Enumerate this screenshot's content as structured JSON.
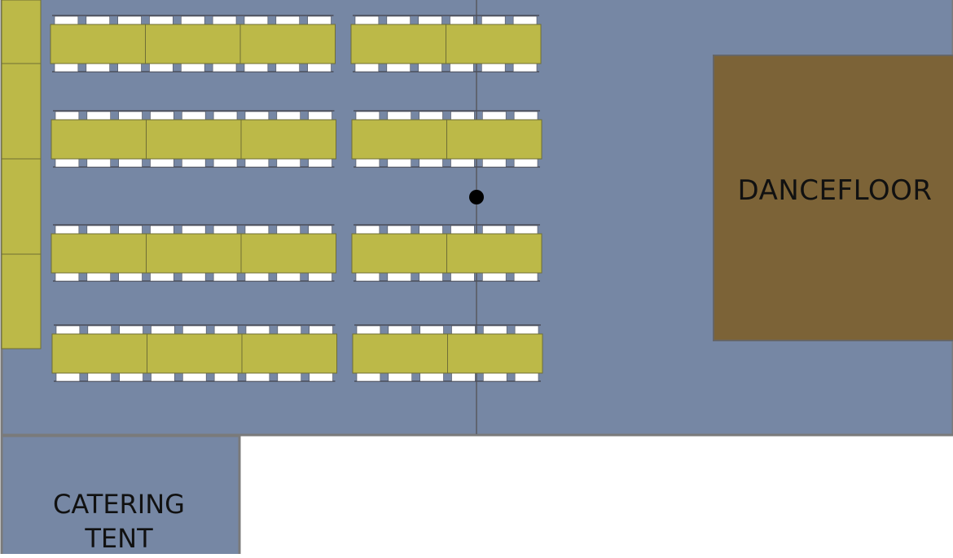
{
  "colors": {
    "tent_fill": "#7687a4",
    "tent_border": "#7a7a7a",
    "divider": "#5f6470",
    "table_fill": "#bcb948",
    "table_border": "#6f6e35",
    "chair_fill": "#ffffff",
    "chair_rail": "#4b4f5a",
    "dancefloor_fill": "#7c6337",
    "dancefloor_border": "#666666",
    "marker": "#000000"
  },
  "dancefloor": {
    "label": "DANCEFLOOR"
  },
  "catering_tent": {
    "line1": "CATERING",
    "line2": "TENT"
  },
  "marker": {
    "icon": "pole-marker"
  }
}
